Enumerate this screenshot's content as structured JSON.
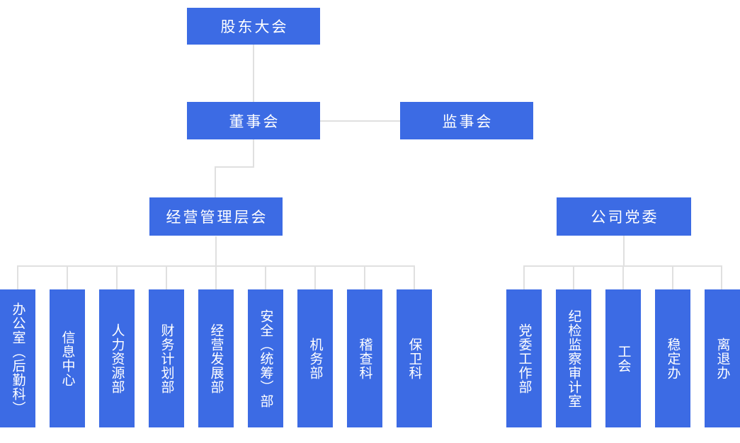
{
  "colors": {
    "node_blue": "#3c6be4",
    "connector_gray": "#e0e0e0",
    "text_white": "#ffffff",
    "background": "#ffffff"
  },
  "diagram": {
    "type": "org-chart",
    "nodes": {
      "shareholders_meeting": {
        "label": "股东大会"
      },
      "board_of_directors": {
        "label": "董事会"
      },
      "supervisory_board": {
        "label": "监事会"
      },
      "management_committee": {
        "label": "经营管理层会"
      },
      "party_committee": {
        "label": "公司党委"
      }
    },
    "hierarchy": [
      "股东大会 > 董事会",
      "董事会 — 监事会",
      "董事会 > 经营管理层会",
      "经营管理层会 > 9 departments",
      "公司党委 > 5 departments"
    ],
    "management_departments": [
      {
        "label": "办公室（后勤科）"
      },
      {
        "label": "信息中心"
      },
      {
        "label": "人力资源部"
      },
      {
        "label": "财务计划部"
      },
      {
        "label": "经营发展部"
      },
      {
        "label": "安全（统筹）部"
      },
      {
        "label": "机务部"
      },
      {
        "label": "稽查科"
      },
      {
        "label": "保卫科"
      }
    ],
    "party_departments": [
      {
        "label": "党委工作部"
      },
      {
        "label": "纪检监察审计室"
      },
      {
        "label": "工会"
      },
      {
        "label": "稳定办"
      },
      {
        "label": "离退办"
      }
    ]
  }
}
